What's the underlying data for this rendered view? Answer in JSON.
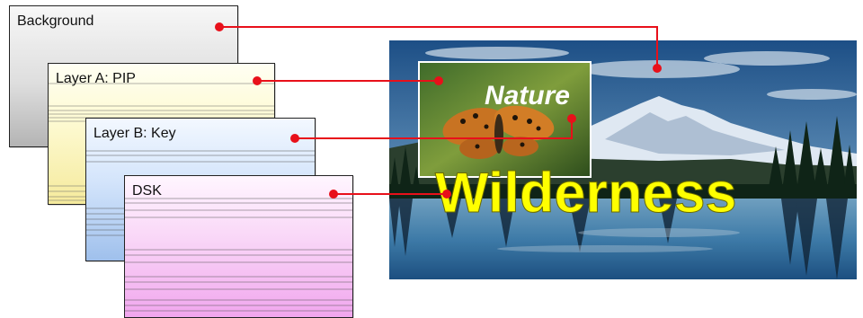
{
  "layers": {
    "background": "Background",
    "layer_a": "Layer A: PIP",
    "layer_b": "Layer B: Key",
    "dsk": "DSK"
  },
  "composite": {
    "pip_text": "Nature",
    "key_text": "Wilderness"
  },
  "colors": {
    "connector": "#e8101a",
    "key_text": "#ffff00",
    "pip_frame": "#ffffff"
  }
}
